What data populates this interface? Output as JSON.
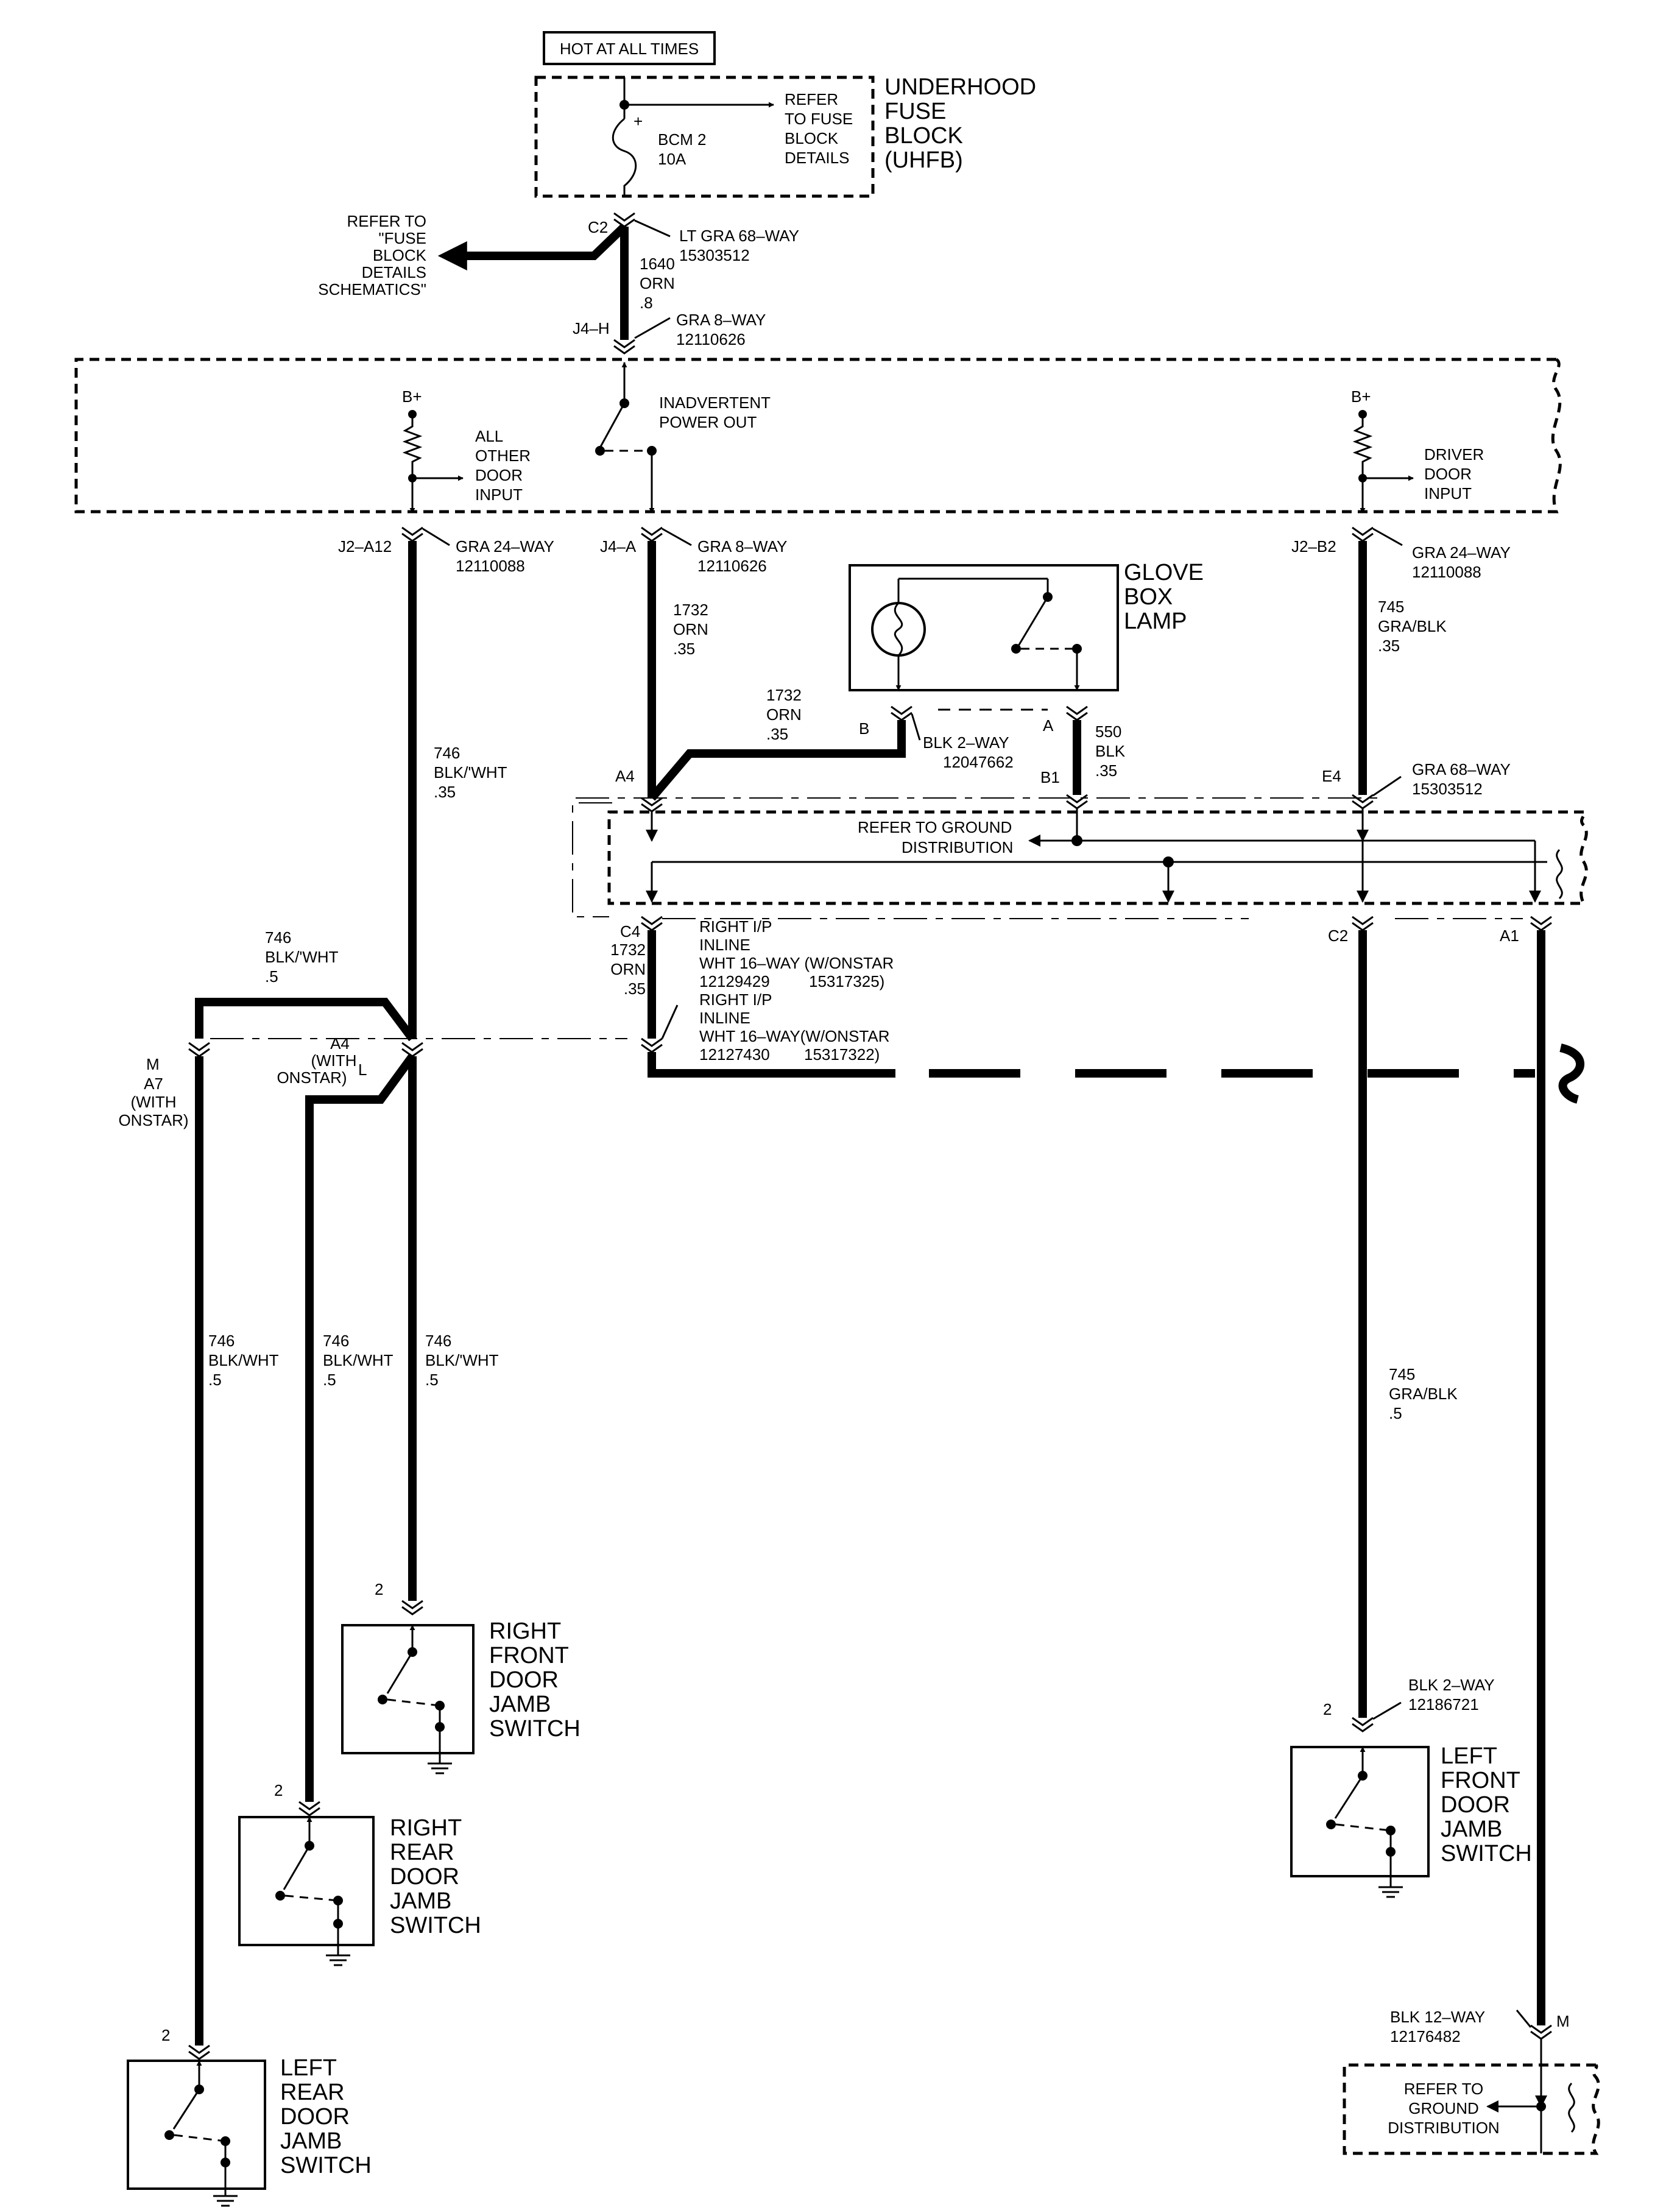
{
  "labels": {
    "hot": "HOT AT ALL TIMES",
    "uhfb1": "UNDERHOOD",
    "uhfb2": "FUSE",
    "uhfb3": "BLOCK",
    "uhfb4": "(UHFB)",
    "refer_fuse1": "REFER",
    "refer_fuse2": "TO FUSE",
    "refer_fuse3": "BLOCK",
    "refer_fuse4": "DETAILS",
    "fuse_name": "BCM 2",
    "fuse_rating": "10A",
    "fbd1": "REFER TO",
    "fbd2": "\"FUSE",
    "fbd3": "BLOCK",
    "fbd4": "DETAILS",
    "fbd5": "SCHEMATICS\"",
    "c2_top": "C2",
    "c2_conn1": "LT GRA 68–WAY",
    "c2_conn2": "15303512",
    "w1640_1": "1640",
    "w1640_2": "ORN",
    "w1640_3": ".8",
    "j4h": "J4–H",
    "j4h_conn1": "GRA 8–WAY",
    "j4h_conn2": "12110626",
    "bplus_l": "B+",
    "bplus_r": "B+",
    "aod1": "ALL",
    "aod2": "OTHER",
    "aod3": "DOOR",
    "aod4": "INPUT",
    "ipo1": "INADVERTENT",
    "ipo2": "POWER OUT",
    "ddi1": "DRIVER",
    "ddi2": "DOOR",
    "ddi3": "INPUT",
    "j2a12": "J2–A12",
    "j2a12_conn1": "GRA 24–WAY",
    "j2a12_conn2": "12110088",
    "j4a": "J4–A",
    "j4a_conn1": "GRA 8–WAY",
    "j4a_conn2": "12110626",
    "j2b2": "J2–B2",
    "j2b2_conn1": "GRA 24–WAY",
    "j2b2_conn2": "12110088",
    "w1732a_1": "1732",
    "w1732a_2": "ORN",
    "w1732a_3": ".35",
    "w1732b_1": "1732",
    "w1732b_2": "ORN",
    "w1732b_3": ".35",
    "w745a_1": "745",
    "w745a_2": "GRA/BLK",
    "w745a_3": ".35",
    "gb1": "GLOVE",
    "gb2": "BOX",
    "gb3": "LAMP",
    "pin_b": "B",
    "pin_a": "A",
    "gb_conn1": "BLK 2–WAY",
    "gb_conn2": "12047662",
    "w550_1": "550",
    "w550_2": "BLK",
    "w550_3": ".35",
    "b1": "B1",
    "a4_mid": "A4",
    "e4": "E4",
    "e4_conn1": "GRA 68–WAY",
    "e4_conn2": "15303512",
    "w746a_1": "746",
    "w746a_2": "BLK/'WHT",
    "w746a_3": ".35",
    "rgd1": "REFER TO GROUND",
    "rgd2": "DISTRIBUTION",
    "c4": "C4",
    "c4w_1": "1732",
    "c4w_2": "ORN",
    "c4w_3": ".35",
    "ri1_1": "RIGHT I/P",
    "ri1_2": "INLINE",
    "ri1_3": "WHT 16–WAY (W/ONSTAR",
    "ri1_4": "12129429",
    "ri1_5": "15317325)",
    "ri2_1": "RIGHT I/P",
    "ri2_2": "INLINE",
    "ri2_3": "WHT 16–WAY(W/ONSTAR",
    "ri2_4": "12127430",
    "ri2_5": "15317322)",
    "c2_mid": "C2",
    "a1": "A1",
    "w746b_1": "746",
    "w746b_2": "BLK/'WHT",
    "w746b_3": ".5",
    "m_left": "M",
    "a7_1": "A7",
    "a7_2": "(WITH",
    "a7_3": "ONSTAR)",
    "a4w_1": "A4",
    "a4w_2": "(WITH",
    "a4w_3": "ONSTAR)",
    "l_pin": "L",
    "w746c_1": "746",
    "w746c_2": "BLK/WHT",
    "w746c_3": ".5",
    "w746d_1": "746",
    "w746d_2": "BLK/WHT",
    "w746d_3": ".5",
    "w746e_1": "746",
    "w746e_2": "BLK/'WHT",
    "w746e_3": ".5",
    "w745b_1": "745",
    "w745b_2": "GRA/BLK",
    "w745b_3": ".5",
    "pin2_rf": "2",
    "pin2_rr": "2",
    "pin2_lr": "2",
    "pin2_lf": "2",
    "rf1": "RIGHT",
    "rf2": "FRONT",
    "rf3": "DOOR",
    "rf4": "JAMB",
    "rf5": "SWITCH",
    "rr1": "RIGHT",
    "rr2": "REAR",
    "rr3": "DOOR",
    "rr4": "JAMB",
    "rr5": "SWITCH",
    "lr1": "LEFT",
    "lr2": "REAR",
    "lr3": "DOOR",
    "lr4": "JAMB",
    "lr5": "SWITCH",
    "lf1": "LEFT",
    "lf2": "FRONT",
    "lf3": "DOOR",
    "lf4": "JAMB",
    "lf5": "SWITCH",
    "lf_conn1": "BLK 2–WAY",
    "lf_conn2": "12186721",
    "blk12_1": "BLK 12–WAY",
    "blk12_2": "12176482",
    "m_right": "M",
    "rgd_b1": "REFER TO",
    "rgd_b2": "GROUND",
    "rgd_b3": "DISTRIBUTION"
  }
}
